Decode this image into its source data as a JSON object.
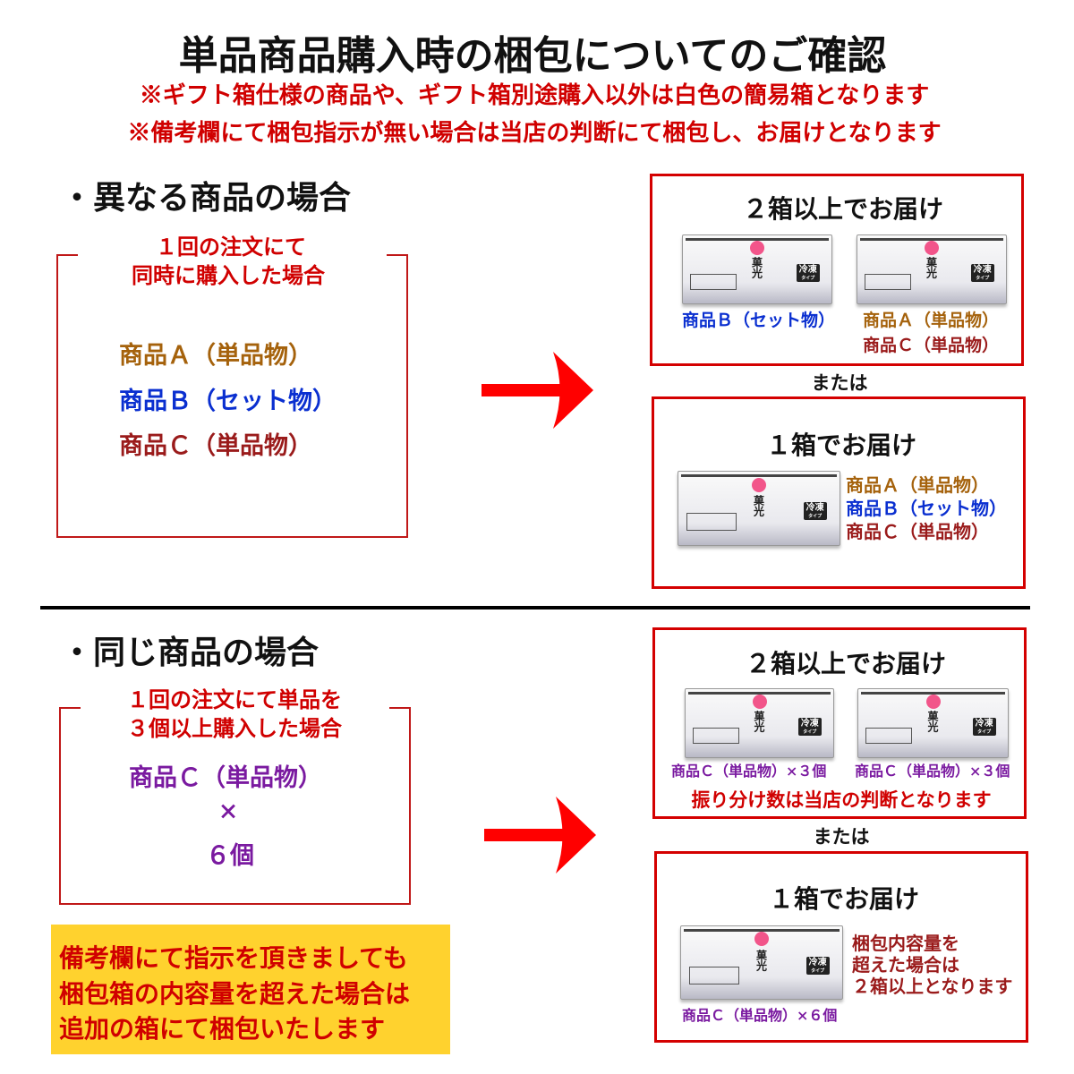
{
  "title": "単品商品購入時の梱包についてのご確認",
  "notes": [
    "※ギフト箱仕様の商品や、ギフト箱別途購入以外は白色の簡易箱となります",
    "※備考欄にて梱包指示が無い場合は当店の判断にて梱包し、お届けとなります"
  ],
  "colors": {
    "red": "#d40000",
    "item_a": "#a5620c",
    "item_b": "#0a2fd0",
    "item_c": "#9a1b1b",
    "purple": "#7a1aa0",
    "note_bg": "#ffd22e"
  },
  "package": {
    "brand": "菓光",
    "freeze": "冷凍",
    "freeze_sub": "タイプ"
  },
  "section1": {
    "heading": "・異なる商品の場合",
    "label": [
      "１回の注文にて",
      "同時に購入した場合"
    ],
    "items": [
      "商品Ａ（単品物）",
      "商品Ｂ（セット物）",
      "商品Ｃ（単品物）"
    ],
    "option1": {
      "title": "２箱以上でお届け",
      "box1": [
        "商品Ｂ（セット物）"
      ],
      "box2": [
        "商品Ａ（単品物）",
        "商品Ｃ（単品物）"
      ]
    },
    "or": "または",
    "option2": {
      "title": "１箱でお届け",
      "items": [
        "商品Ａ（単品物）",
        "商品Ｂ（セット物）",
        "商品Ｃ（単品物）"
      ]
    }
  },
  "section2": {
    "heading": "・同じ商品の場合",
    "label": [
      "１回の注文にて単品を",
      "３個以上購入した場合"
    ],
    "items": [
      "商品Ｃ（単品物）",
      "×",
      "６個"
    ],
    "option1": {
      "title": "２箱以上でお届け",
      "box1": "商品Ｃ（単品物）×３個",
      "box2": "商品Ｃ（単品物）×３個",
      "note": "振り分け数は当店の判断となります"
    },
    "or": "または",
    "option2": {
      "title": "１箱でお届け",
      "caption": "商品Ｃ（単品物）×６個",
      "note": [
        "梱包内容量を",
        "超えた場合は",
        "２箱以上となります"
      ]
    }
  },
  "footer_note": [
    "備考欄にて指示を頂きましても",
    "梱包箱の内容量を超えた場合は",
    "追加の箱にて梱包いたします"
  ]
}
